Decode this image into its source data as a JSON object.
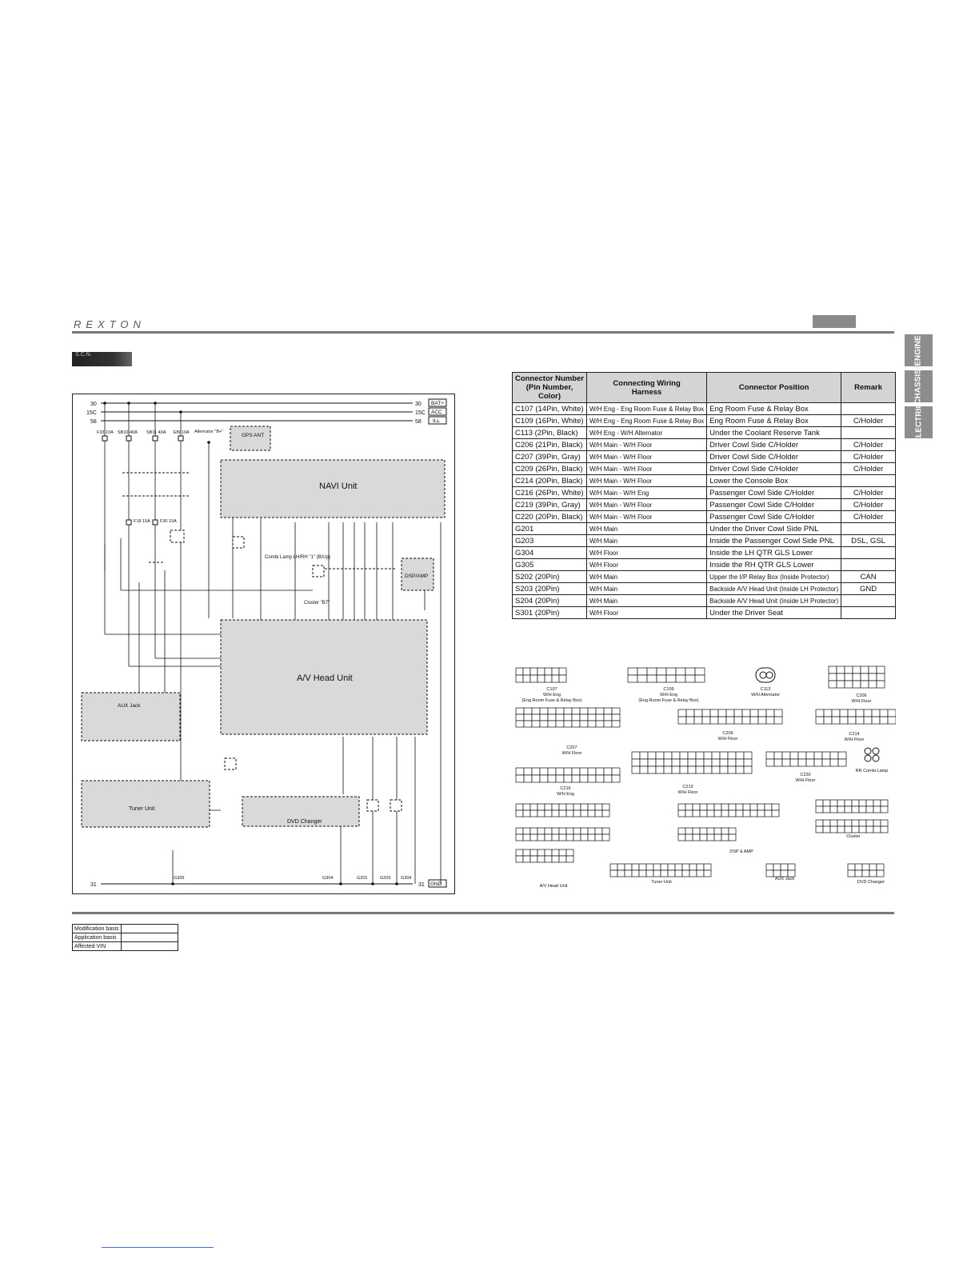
{
  "header": {
    "brand": "REXTON"
  },
  "section_tag": "S.C.N.",
  "side_tabs": [
    "ENGINE",
    "CHASSIS",
    "ELECTRIC"
  ],
  "connector_table": {
    "headers": [
      "Connector Number\n(Pin Number, Color)",
      "Connecting Wiring\nHarness",
      "Connector Position",
      "Remark"
    ],
    "rows": [
      [
        "C107 (14Pin, White)",
        "W/H Eng - Eng Room Fuse & Relay Box",
        "Eng Room Fuse & Relay Box",
        ""
      ],
      [
        "C109 (16Pin, White)",
        "W/H Eng - Eng Room Fuse & Relay Box",
        "Eng Room Fuse & Relay Box",
        "C/Holder"
      ],
      [
        "C113 (2Pin, Black)",
        "W/H Eng - W/H Alternator",
        "Under the Coolant Reserve Tank",
        ""
      ],
      [
        "C206 (21Pin, Black)",
        "W/H Main - W/H Floor",
        "Driver Cowl Side C/Holder",
        "C/Holder"
      ],
      [
        "C207 (39Pin, Gray)",
        "W/H Main - W/H Floor",
        "Driver Cowl Side C/Holder",
        "C/Holder"
      ],
      [
        "C209 (26Pin, Black)",
        "W/H Main - W/H Floor",
        "Driver Cowl Side C/Holder",
        "C/Holder"
      ],
      [
        "C214 (20Pin, Black)",
        "W/H Main - W/H Floor",
        "Lower the Console Box",
        ""
      ],
      [
        "C216 (26Pin, White)",
        "W/H Main - W/H Eng",
        "Passenger Cowl Side C/Holder",
        "C/Holder"
      ],
      [
        "C219 (39Pin, Gray)",
        "W/H Main - W/H Floor",
        "Passenger Cowl Side C/Holder",
        "C/Holder"
      ],
      [
        "C220 (20Pin, Black)",
        "W/H Main - W/H Floor",
        "Passenger Cowl Side C/Holder",
        "C/Holder"
      ],
      [
        "G201",
        "W/H Main",
        "Under the Driver Cowl Side PNL",
        ""
      ],
      [
        "G203",
        "W/H Main",
        "Inside the Passenger Cowl Side PNL",
        "DSL, GSL"
      ],
      [
        "G304",
        "W/H Floor",
        "Inside the LH QTR GLS Lower",
        ""
      ],
      [
        "G305",
        "W/H Floor",
        "Inside the RH QTR GLS Lower",
        ""
      ],
      [
        "S202 (20Pin)",
        "W/H Main",
        "Upper the I/P Relay Box (Inside Protector)",
        "CAN"
      ],
      [
        "S203 (20Pin)",
        "W/H Main",
        "Backside A/V Head Unit (Inside LH Protector)",
        "GND"
      ],
      [
        "S204 (20Pin)",
        "W/H Main",
        "Backside A/V Head Unit (Inside LH Protector)",
        ""
      ],
      [
        "S301 (20Pin)",
        "W/H Floor",
        "Under the Driver Seat",
        ""
      ]
    ]
  },
  "diagram": {
    "rails": [
      {
        "num": "30",
        "label": "BAT+"
      },
      {
        "num": "15C",
        "label": "ACC"
      },
      {
        "num": "58",
        "label": "ILL"
      }
    ],
    "ground_rail": {
      "num": "31",
      "label": "GND"
    },
    "fuses": [
      "F33 10A",
      "SB10 40A",
      "SB11 40A",
      "Ef9 10A",
      "F18 15A",
      "F30 15A"
    ],
    "alternator": "Alternator \"B+\"",
    "gps": "GPS ANT",
    "navi": "NAVI Unit",
    "head": "A/V Head Unit",
    "aux": "AUX Jack",
    "tuner": "Tuner Unit",
    "dvd": "DVD Changer",
    "dsp": "DSP/AMP",
    "combi": "Combi Lamp LH/RH \"1\" (B/Up)",
    "cluster": "Cluster \"B7\"",
    "grounds": [
      "G305",
      "G304",
      "G201",
      "G203",
      "G304"
    ]
  },
  "pinouts": {
    "labels": [
      "C107",
      "W/H Eng",
      "(Eng Room Fuse & Relay Box)",
      "C109",
      "W/H Eng",
      "(Eng Room Fuse & Relay Box)",
      "C113",
      "W/H Alternator",
      "C206",
      "W/H Floor",
      "C207",
      "W/H Floor",
      "C209",
      "W/H Floor",
      "C214",
      "W/H Floor",
      "C216",
      "W/H Eng",
      "C219",
      "W/H Floor",
      "C220",
      "W/H Floor",
      "RR Combi Lamp",
      "DSP & AMP",
      "Cluster",
      "A/V Head Unit",
      "Tuner Unit",
      "AUX Jack",
      "DVD Changer"
    ]
  },
  "meta": {
    "rows": [
      "Modification basis",
      "Application basis",
      "Affected VIN"
    ]
  }
}
